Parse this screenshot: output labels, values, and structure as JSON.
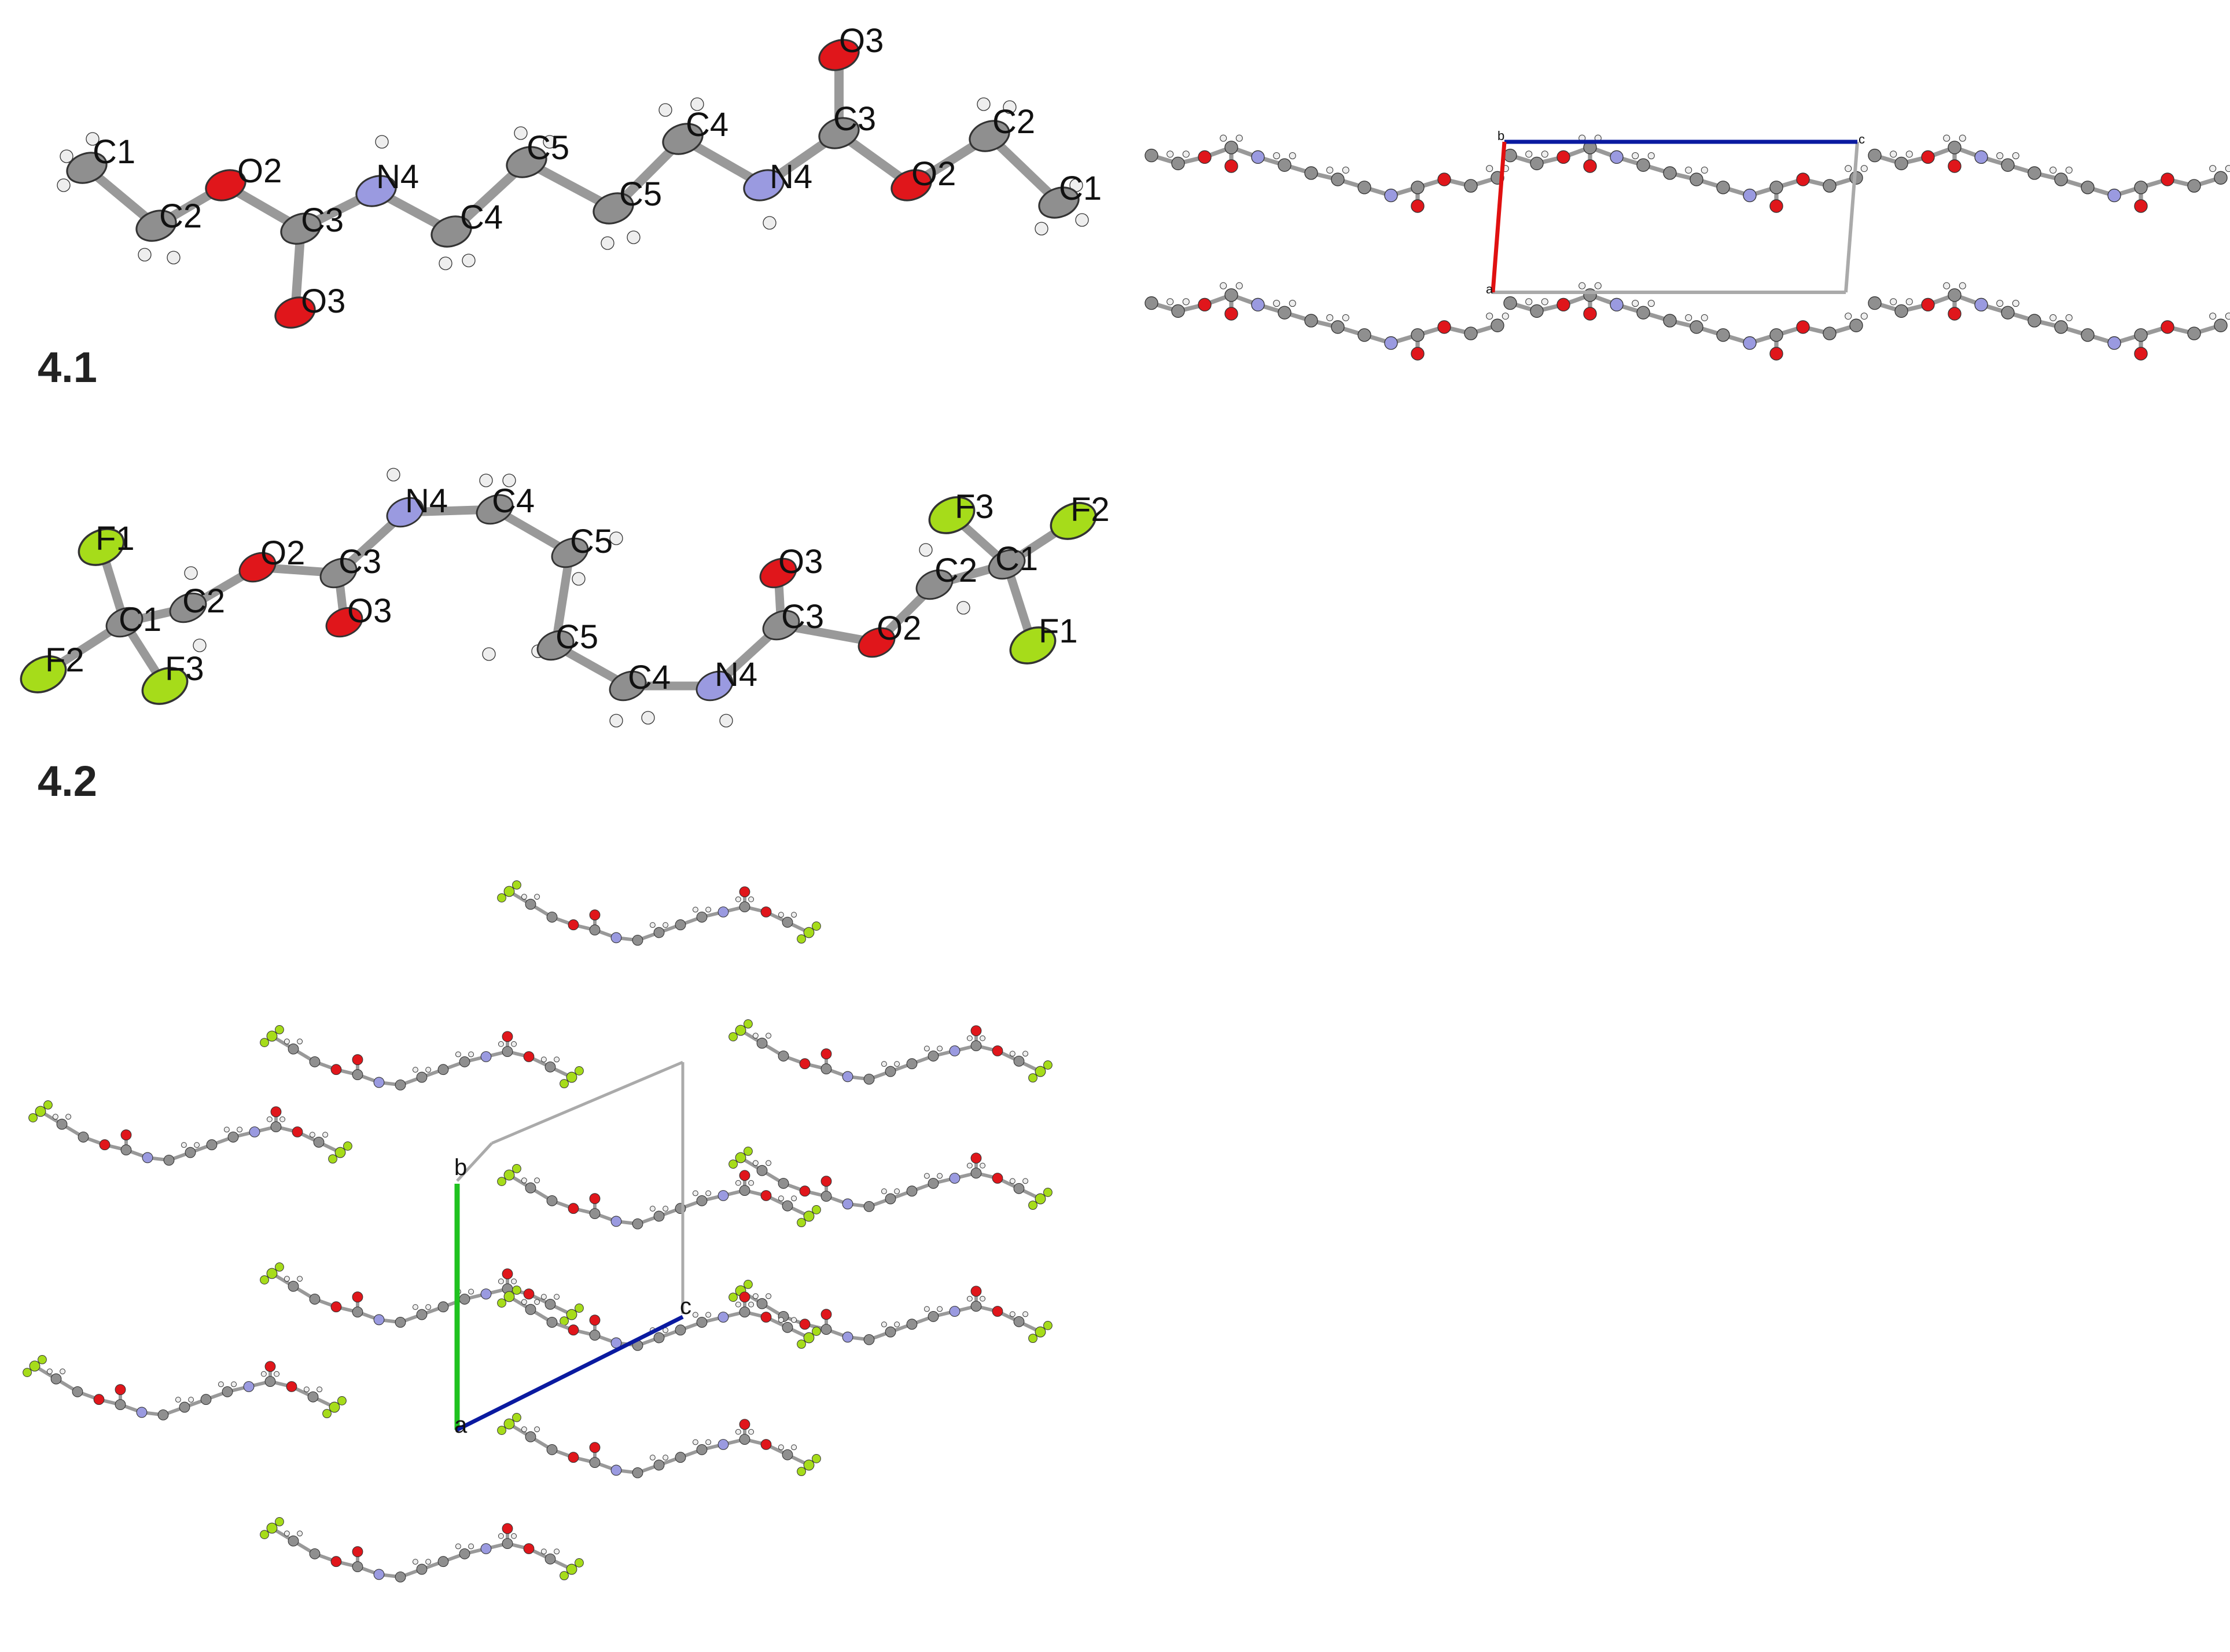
{
  "compound_labels": [
    "4.1",
    "4.2"
  ],
  "colors": {
    "carbon": "#8f8f8f",
    "oxygen": "#e0161b",
    "nitrogen": "#9a9ae0",
    "hydrogen": "#eeeeee",
    "fluorine": "#a6dc1a",
    "bond": "#999999",
    "cell_edge": "#aaaaaa",
    "axis_a": "#e01010",
    "axis_b": "#1fc21f",
    "axis_c": "#0a1aa0"
  },
  "molecule_4_1": {
    "atom_labels": [
      "C1",
      "C2",
      "O2",
      "C3",
      "O3",
      "N4",
      "C4",
      "C5",
      "C5",
      "C4",
      "N4",
      "C3",
      "O3",
      "O2",
      "C2",
      "C1"
    ]
  },
  "molecule_4_2": {
    "atom_labels": [
      "F1",
      "C1",
      "F2",
      "F3",
      "C2",
      "O2",
      "C3",
      "O3",
      "N4",
      "C4",
      "C5",
      "C5",
      "C4",
      "N4",
      "C3",
      "O3",
      "O2",
      "C2",
      "C1",
      "F3",
      "F2",
      "F1"
    ]
  },
  "packing_4_1": {
    "axis_labels": {
      "a": "a",
      "b": "b",
      "c": "c"
    }
  },
  "packing_4_2": {
    "axis_labels": {
      "a": "a",
      "b": "b",
      "c": "c"
    }
  }
}
